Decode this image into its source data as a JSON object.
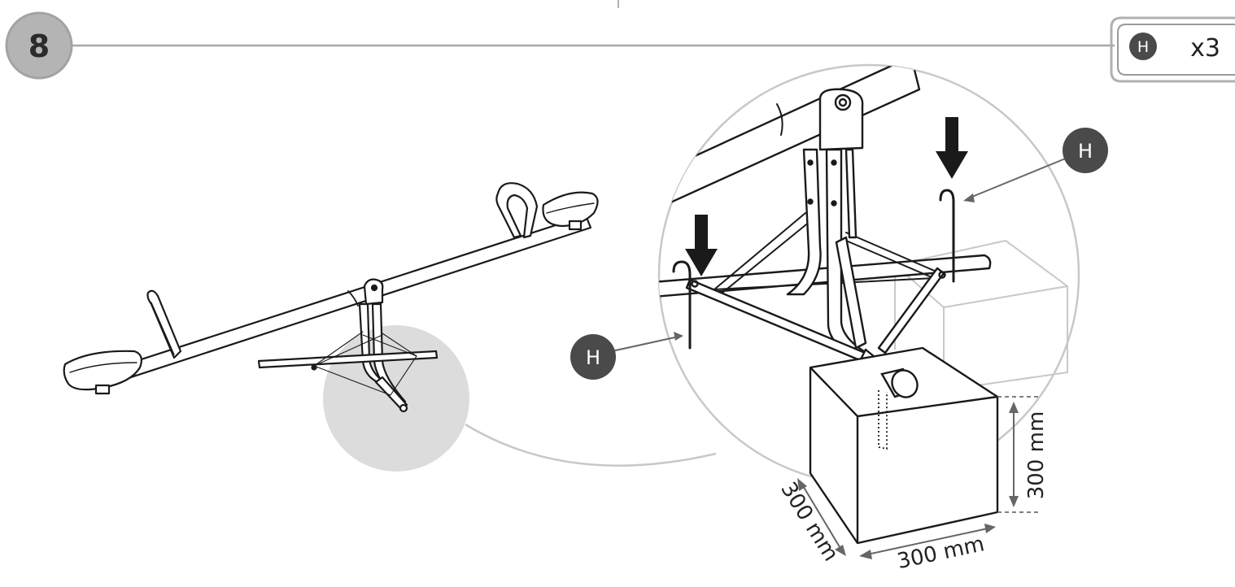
{
  "step": {
    "number": "8"
  },
  "parts_box": {
    "part_letter": "H",
    "quantity": "x3"
  },
  "callouts": [
    {
      "letter": "H"
    },
    {
      "letter": "H"
    }
  ],
  "dimensions": {
    "height": "300 mm",
    "width": "300 mm",
    "depth": "300 mm"
  },
  "colors": {
    "step_badge": "#b4b4b4",
    "callout_circle": "#4a4a4a",
    "magnifier_fill": "#dcdcdc",
    "line_gray": "#c8c8c8",
    "ink": "#1a1a1a"
  }
}
